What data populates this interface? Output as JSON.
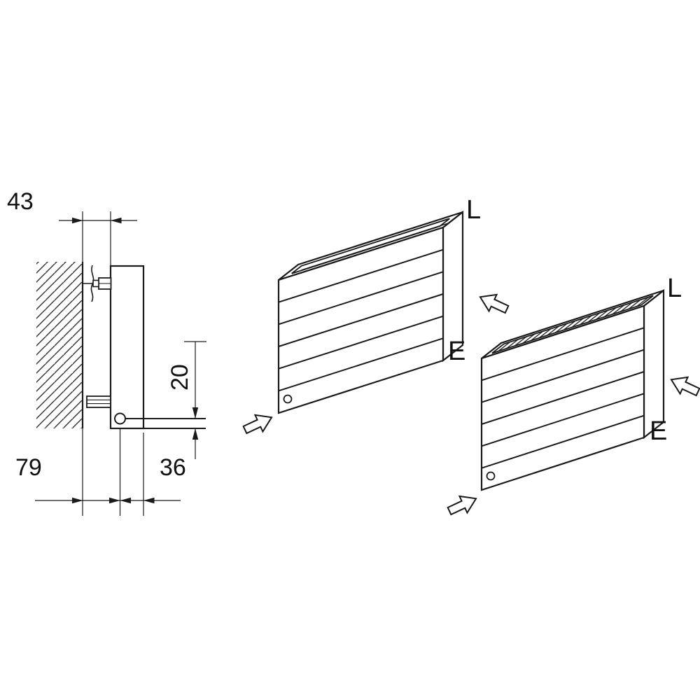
{
  "side_view": {
    "dimensions": {
      "wall_to_bracket": "43",
      "pipe_gap": "20",
      "wall_to_pipe_center": "79",
      "pipe_center_to_front": "36"
    }
  },
  "radiator_open_top": {
    "label_top_end": "L",
    "label_bottom_end": "E"
  },
  "radiator_grille_top": {
    "label_top_end": "L",
    "label_bottom_end": "E"
  },
  "colors": {
    "line": "#1a1a1a",
    "hatch": "#333333",
    "text": "#111111",
    "background": "#ffffff"
  }
}
